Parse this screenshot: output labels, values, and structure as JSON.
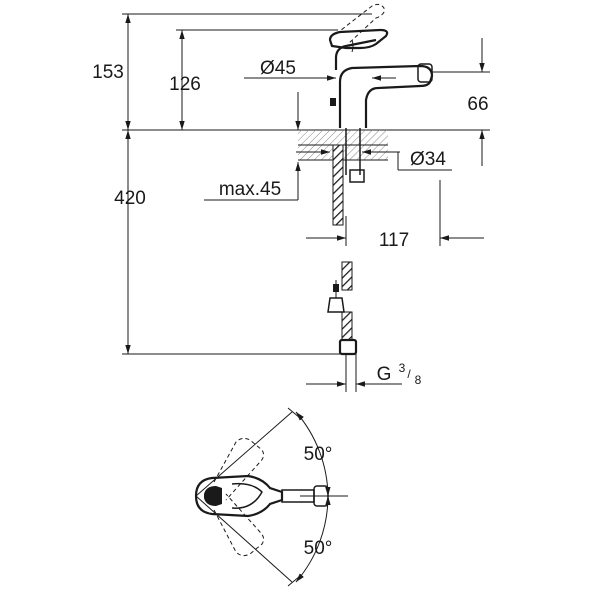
{
  "dimensions": {
    "total_height": "153",
    "lever_height": "126",
    "spout_diameter": "Ø45",
    "spout_height": "66",
    "hole_diameter": "Ø34",
    "deck_thickness": "max.45",
    "projection": "117",
    "supply_height": "420",
    "connection_prefix": "G",
    "connection_num": "3",
    "connection_den": "8",
    "angle_upper": "50°",
    "angle_lower": "50°"
  },
  "colors": {
    "line": "#1a1a1a"
  }
}
